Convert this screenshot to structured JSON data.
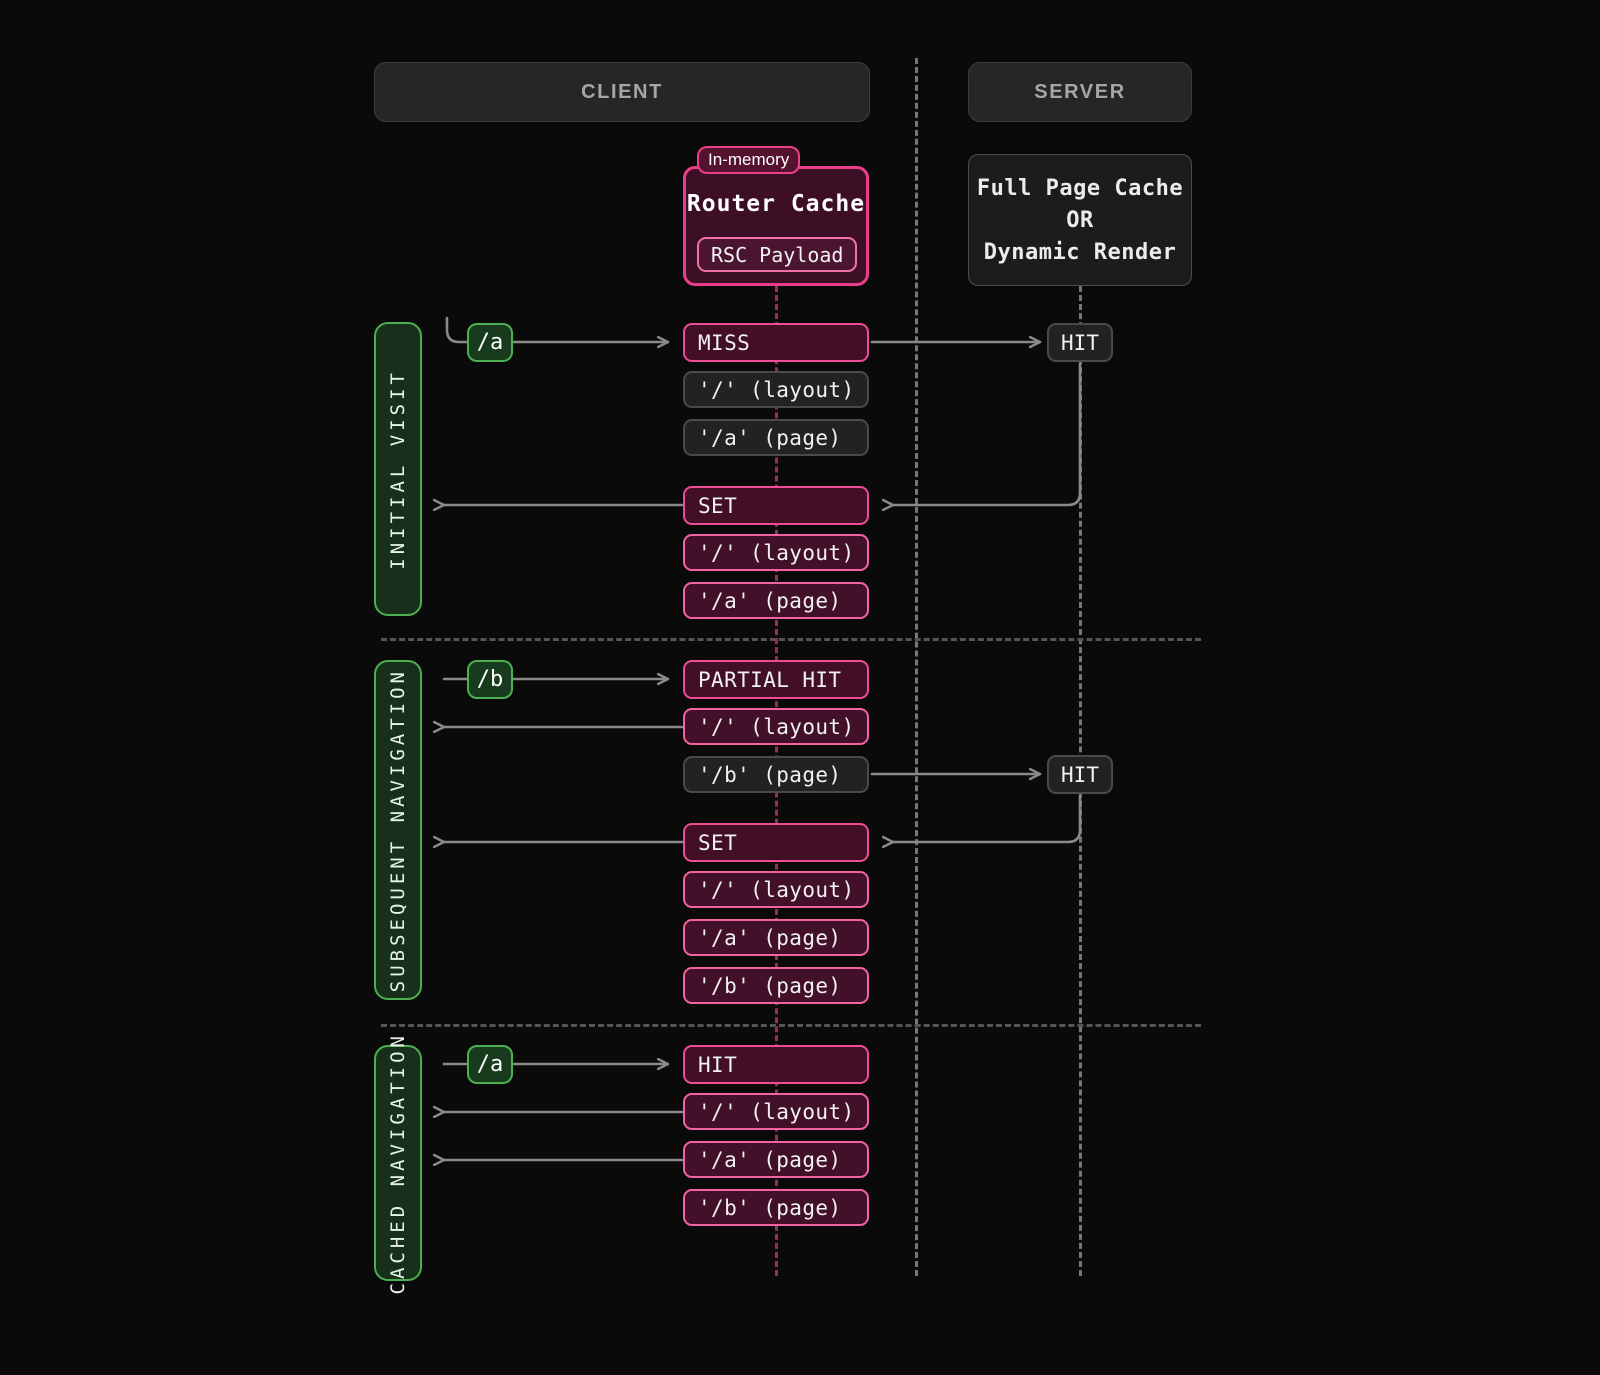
{
  "columns": {
    "client": "CLIENT",
    "server": "SERVER"
  },
  "client_cache": {
    "tag": "In-memory",
    "title": "Router Cache",
    "inner": "RSC Payload",
    "border_color": "#ec3f8a",
    "fill_color": "#3d0f25"
  },
  "server_cache": {
    "line1": "Full Page Cache",
    "line2": "OR",
    "line3": "Dynamic Render",
    "border_color": "#4d4d4d",
    "fill_color": "#1c1c1c"
  },
  "sections": [
    {
      "label": "INITIAL VISIT",
      "route": "/a",
      "client_rows": [
        {
          "text": "MISS",
          "style": "pink"
        },
        {
          "text": "'/' (layout)",
          "style": "gray"
        },
        {
          "text": "'/a' (page)",
          "style": "gray"
        },
        {
          "text": "SET",
          "style": "pink"
        },
        {
          "text": "'/' (layout)",
          "style": "pinkbright"
        },
        {
          "text": "'/a' (page)",
          "style": "pinkbright"
        }
      ],
      "server_hits": [
        "HIT"
      ]
    },
    {
      "label": "SUBSEQUENT NAVIGATION",
      "route": "/b",
      "client_rows": [
        {
          "text": "PARTIAL HIT",
          "style": "pink"
        },
        {
          "text": "'/' (layout)",
          "style": "pinkbright"
        },
        {
          "text": "'/b' (page)",
          "style": "gray"
        },
        {
          "text": "SET",
          "style": "pink"
        },
        {
          "text": "'/' (layout)",
          "style": "pinkbright"
        },
        {
          "text": "'/a' (page)",
          "style": "pinkbright"
        },
        {
          "text": "'/b' (page)",
          "style": "pinkbright"
        }
      ],
      "server_hits": [
        "HIT"
      ]
    },
    {
      "label": "CACHED NAVIGATION",
      "route": "/a",
      "client_rows": [
        {
          "text": "HIT",
          "style": "pink"
        },
        {
          "text": "'/' (layout)",
          "style": "pinkbright"
        },
        {
          "text": "'/a' (page)",
          "style": "pinkbright"
        },
        {
          "text": "'/b' (page)",
          "style": "pinkbright"
        }
      ],
      "server_hits": []
    }
  ],
  "colors": {
    "background": "#0a0a0a",
    "pink_accent": "#ec3f8a",
    "green_accent": "#4caf50",
    "gray_line": "#8a8a8a",
    "pink_lifeline": "#9e2b52"
  }
}
